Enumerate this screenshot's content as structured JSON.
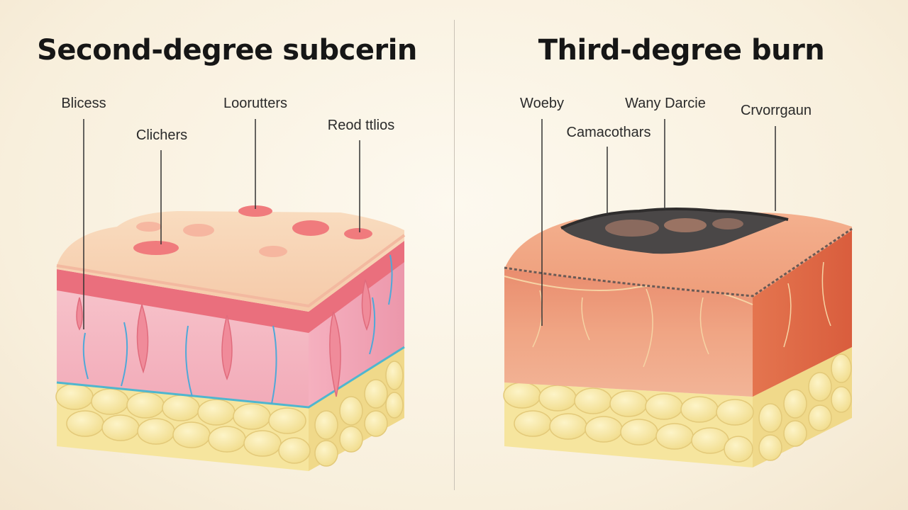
{
  "left_panel": {
    "title": "Second-degree subcerin",
    "labels": [
      "Blicess",
      "Clichers",
      "Loorutters",
      "Reod ttlios"
    ]
  },
  "right_panel": {
    "title": "Third-degree burn",
    "labels": [
      "Woeby",
      "Camacothars",
      "Wany Darcie",
      "Crvorrgaun"
    ]
  },
  "colors": {
    "epidermis_top": "#f7d6b6",
    "blister": "#f0797a",
    "dermis": "#f6b9c3",
    "fat": "#f7e6a0",
    "charred": "#4a4747",
    "burned_dermis": "#eb8f6b"
  }
}
